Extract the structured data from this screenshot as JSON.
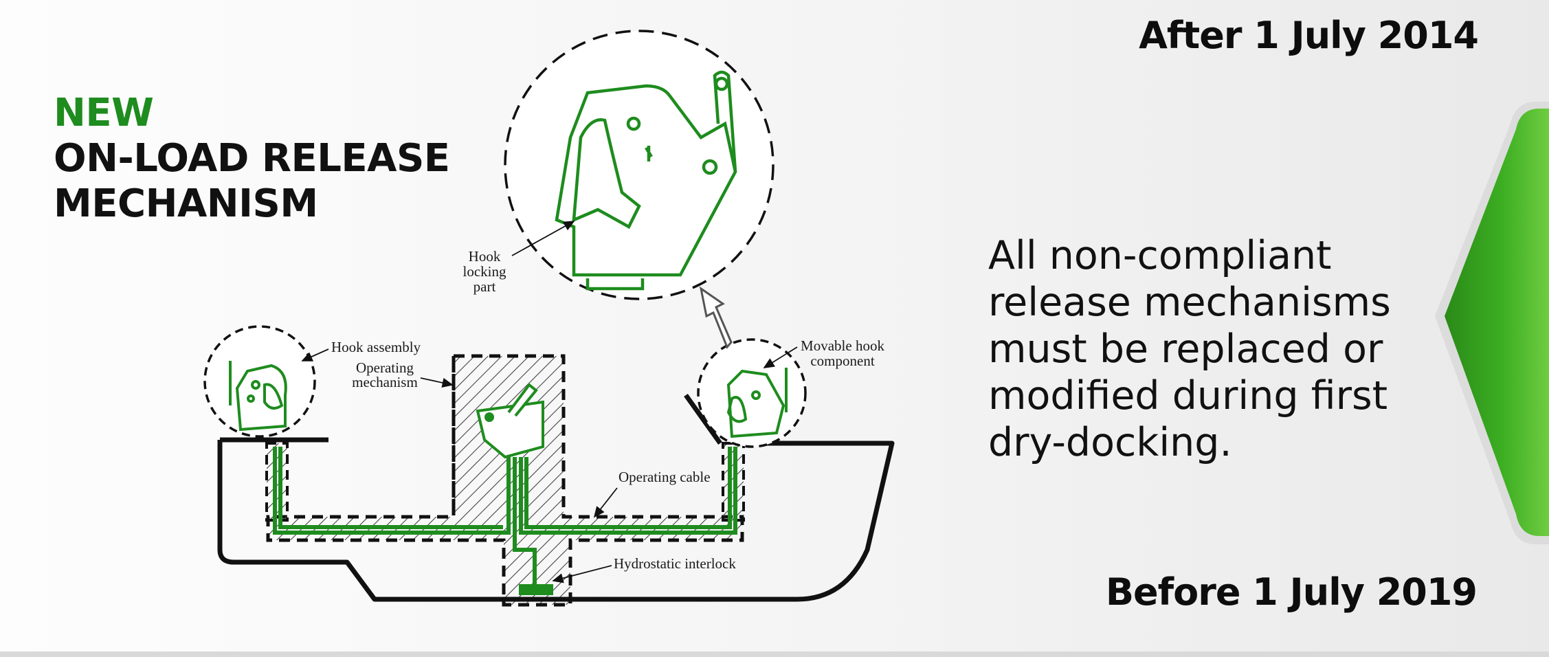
{
  "title": {
    "highlight": "NEW",
    "line1": "ON-LOAD RELEASE",
    "line2": "MECHANISM"
  },
  "timeline": {
    "after": "After 1 July 2014",
    "before": "Before 1 July 2019"
  },
  "statement": {
    "line1": "All non-compliant",
    "line2": "release mechanisms",
    "line3": "must be replaced or",
    "line4": "modified during first",
    "line5": "dry-docking."
  },
  "diagram_labels": {
    "hook_locking_1": "Hook",
    "hook_locking_2": "locking",
    "hook_locking_3": "part",
    "hook_assembly": "Hook assembly",
    "operating_mechanism_1": "Operating",
    "operating_mechanism_2": "mechanism",
    "movable_hook_1": "Movable hook",
    "movable_hook_2": "component",
    "operating_cable": "Operating cable",
    "hydrostatic_interlock": "Hydrostatic interlock"
  },
  "colors": {
    "accent_green": "#1e8c1e",
    "text": "#111111"
  }
}
